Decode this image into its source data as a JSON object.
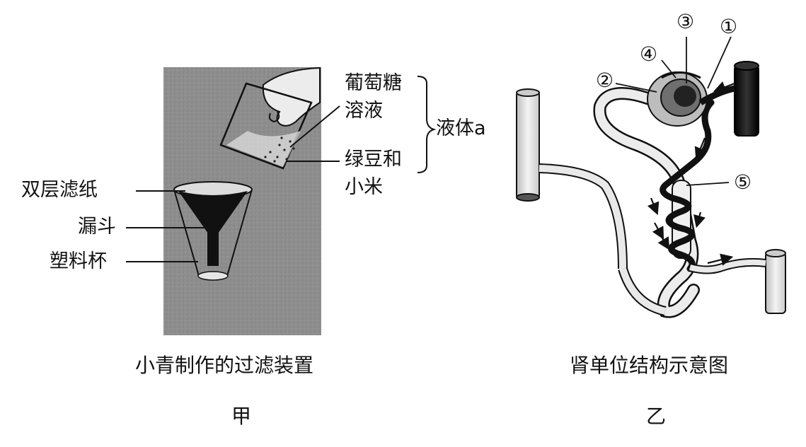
{
  "left_panel": {
    "labels": {
      "glucose_line1": "葡萄糖",
      "glucose_line2": "溶液",
      "liquid_a": "液体a",
      "beans_line1": "绿豆和",
      "beans_line2": "小米",
      "filter_paper": "双层滤纸",
      "funnel": "漏斗",
      "cup": "塑料杯"
    },
    "caption": "小青制作的过滤装置",
    "panel_label": "甲"
  },
  "right_panel": {
    "labels": {
      "n1": "①",
      "n2": "②",
      "n3": "③",
      "n4": "④",
      "n5": "⑤"
    },
    "caption": "肾单位结构示意图",
    "panel_label": "乙"
  },
  "colors": {
    "photo_bg": "#8f8f8f",
    "ink": "#111111",
    "tube_light": "#e8e8e8",
    "tube_dark": "#1a1a1a"
  }
}
